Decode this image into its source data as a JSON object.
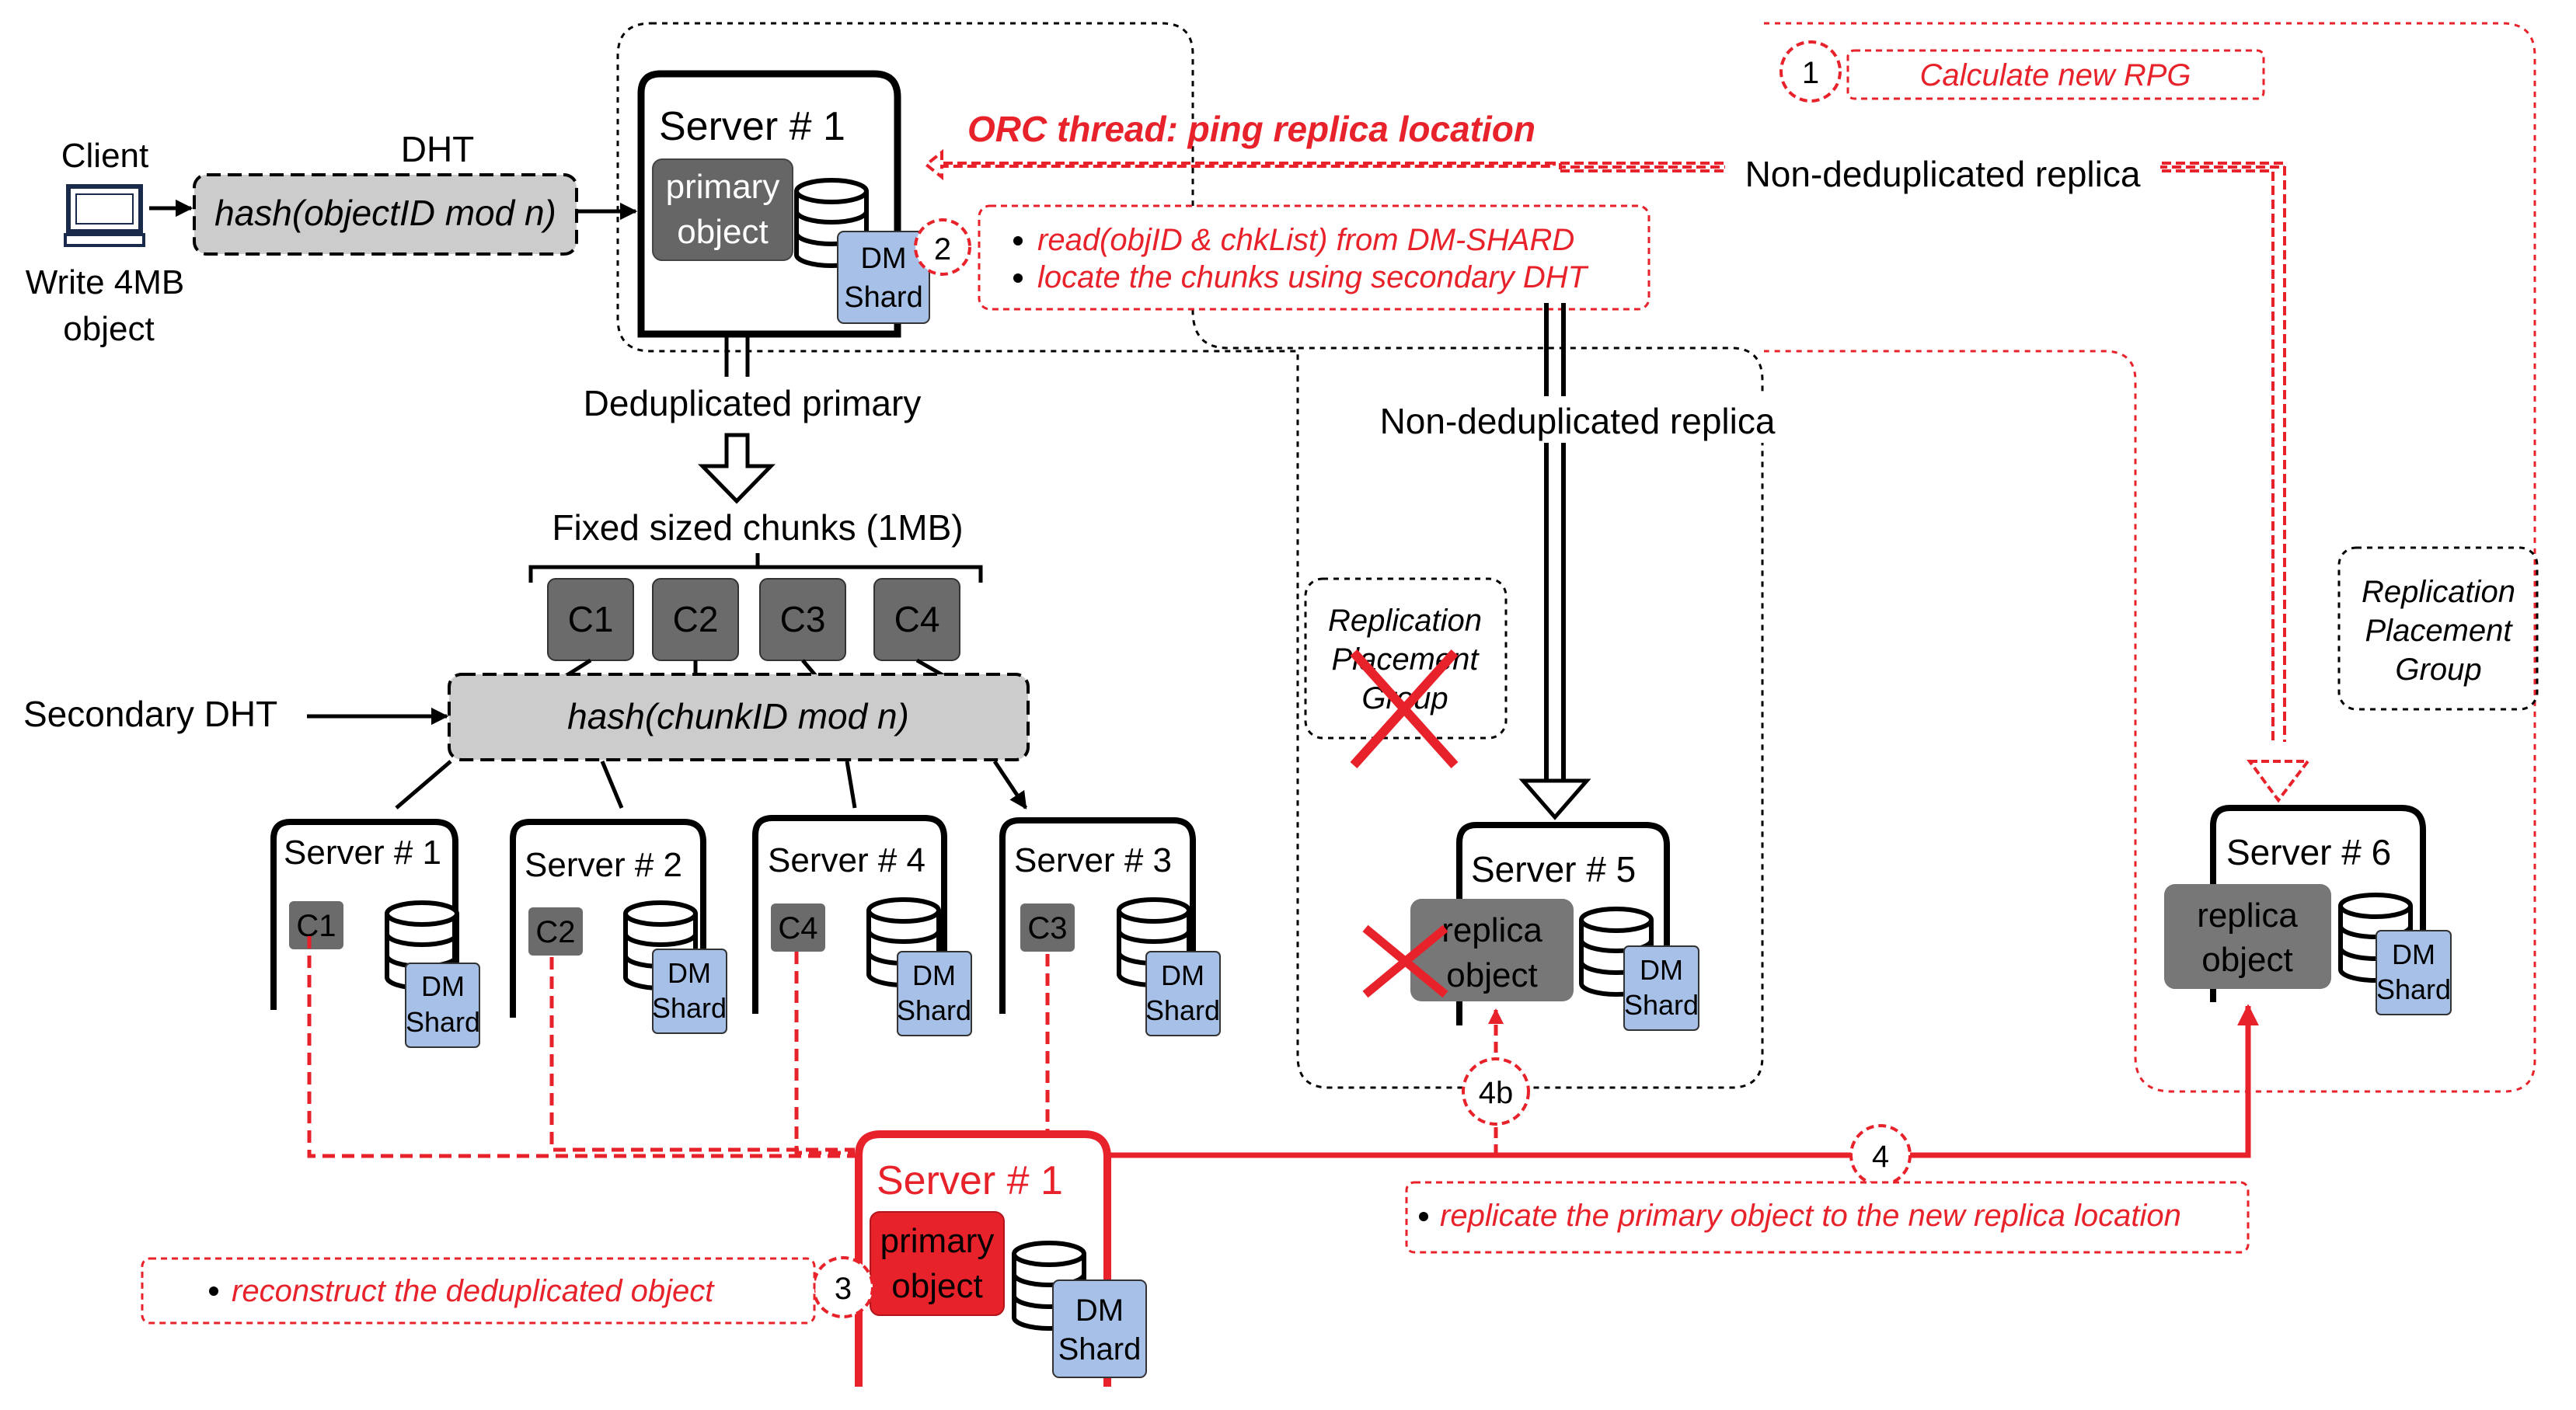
{
  "colors": {
    "red": "#e8222a",
    "black": "#000000",
    "primary_box": "#666666",
    "dm_shard": "#a6c0e8",
    "hash_box": "#cccccc",
    "chunk_box": "#6b6b6b",
    "replica_box": "#777777"
  },
  "client": {
    "label": "Client",
    "write_label_1": "Write 4MB",
    "write_label_2": "object",
    "icon": "computer-monitor-icon"
  },
  "dht": {
    "label": "DHT",
    "hash": "hash(objectID mod n)"
  },
  "server_main": {
    "title": "Server #  1",
    "primary_1": "primary",
    "primary_2": "object",
    "dm_1": "DM",
    "dm_2": "Shard"
  },
  "orc": {
    "thread": "ORC thread: ping replica location",
    "bullet_1": "read(objID & chkList) from DM-SHARD",
    "bullet_2": "locate the chunks using secondary DHT"
  },
  "steps": {
    "s1": "1",
    "s2": "2",
    "s3": "3",
    "s4": "4",
    "s4b": "4b"
  },
  "rpg": {
    "new": "Calculate new RPG",
    "group_1": "Replication",
    "group_2": "Placement",
    "group_3": "Group"
  },
  "labels": {
    "non_dedup_top": "Non-deduplicated replica",
    "non_dedup_mid": "Non-deduplicated replica",
    "dedup_primary": "Deduplicated primary",
    "fixed_chunks": "Fixed sized chunks (1MB)",
    "secondary_dht": "Secondary DHT",
    "secondary_hash": "hash(chunkID mod n)"
  },
  "chunks": [
    "C1",
    "C2",
    "C3",
    "C4"
  ],
  "chunk_servers": [
    {
      "title": "Server # 1",
      "chunk": "C1"
    },
    {
      "title": "Server # 2",
      "chunk": "C2"
    },
    {
      "title": "Server # 4",
      "chunk": "C4"
    },
    {
      "title": "Server # 3",
      "chunk": "C3"
    }
  ],
  "dm": {
    "l1": "DM",
    "l2": "Shard"
  },
  "server5": {
    "title": "Server # 5",
    "replica_1": "replica",
    "replica_2": "object"
  },
  "server6": {
    "title": "Server # 6",
    "replica_1": "replica",
    "replica_2": "object"
  },
  "reconstruct": {
    "title": "Server #  1",
    "primary_1": "primary",
    "primary_2": "object",
    "text": "reconstruct the deduplicated object"
  },
  "replicate": {
    "text": "replicate the primary object to  the new replica location"
  }
}
